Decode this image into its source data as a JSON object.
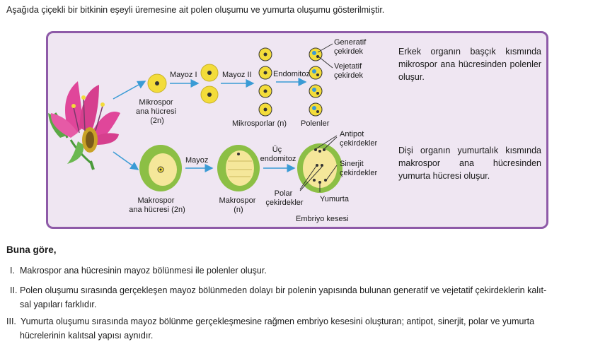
{
  "intro": "Aşağıda çiçekli bir bitkinin eşeyli üremesine ait polen oluşumu ve yumurta oluşumu gösterilmiştir.",
  "diagram": {
    "mayoz1": "Mayoz I",
    "mayoz2": "Mayoz II",
    "endomitoz": "Endomitoz",
    "generatif": [
      "Generatif",
      "çekirdek"
    ],
    "vejetatif": [
      "Vejetatif",
      "çekirdek"
    ],
    "mikrospor_ana": [
      "Mikrospor",
      "ana hücresi",
      "(2n)"
    ],
    "mikrosporlar": "Mikrosporlar (n)",
    "polenler": "Polenler",
    "mayoz": "Mayoz",
    "uc_endomitoz": [
      "Üç",
      "endomitoz"
    ],
    "antipot": [
      "Antipot",
      "çekirdekler"
    ],
    "sinerjit": [
      "Sinerjit",
      "çekirdekler"
    ],
    "makrospor_ana": [
      "Makrospor",
      "ana hücresi (2n)"
    ],
    "makrospor": [
      "Makrospor",
      "(n)"
    ],
    "polar": [
      "Polar",
      "çekirdekler"
    ],
    "yumurta": "Yumurta",
    "embriyo": "Embriyo kesesi"
  },
  "desc1": "Erkek organın başçık kısmında mikrospor ana hücresinden polenler oluşur.",
  "desc2": "Dişi organın yumurtalık kısmında makrospor ana hücresinden yumurta hücresi oluşur.",
  "heading": "Buna göre,",
  "statements": [
    {
      "num": "I.",
      "line1": "Makrospor ana hücresinin mayoz bölünmesi ile polenler oluşur."
    },
    {
      "num": "II.",
      "line1": "Polen oluşumu sırasında gerçekleşen mayoz bölünmeden dolayı bir polenin yapısında bulunan generatif ve vejetatif çekirdeklerin kalıt-",
      "line2": "sal yapıları farklıdır."
    },
    {
      "num": "III.",
      "line1": "Yumurta oluşumu sırasında mayoz bölünme gerçekleşmesine rağmen embriyo kesesini oluşturan; antipot, sinerjit, polar ve yumurta",
      "line2": "hücrelerinin kalıtsal yapısı aynıdır."
    }
  ],
  "colors": {
    "panel_border": "#8e5aa8",
    "panel_bg": "#efe6f2",
    "cell_yellow": "#f3dc3a",
    "embryo_green": "#8cbf45",
    "arrow_blue": "#3a9bd5",
    "flower_pink": "#e0469a"
  }
}
